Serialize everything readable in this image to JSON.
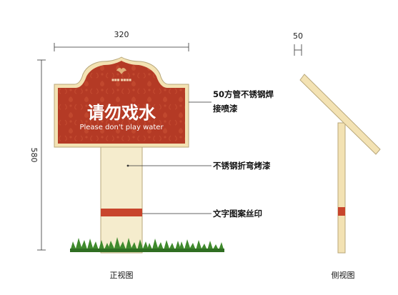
{
  "dimensions": {
    "width": "320",
    "height": "580",
    "pipe": "50"
  },
  "sign": {
    "title": "请勿戏水",
    "subtitle": "Please don't play water",
    "logo_text": "■■■ ■■■■"
  },
  "callouts": [
    {
      "line1": "50方管不锈钢焊",
      "line2": "接喷漆"
    },
    {
      "line1": "不锈钢折弯烤漆"
    },
    {
      "line1": "文字图案丝印"
    }
  ],
  "captions": {
    "front": "正视图",
    "side": "侧视图"
  },
  "colors": {
    "panel_red": "#b43a25",
    "frame_cream": "#f3e2b3",
    "post_fill": "#f5eccd",
    "band_red": "#c8452c",
    "grass": "#3f8a2c"
  }
}
